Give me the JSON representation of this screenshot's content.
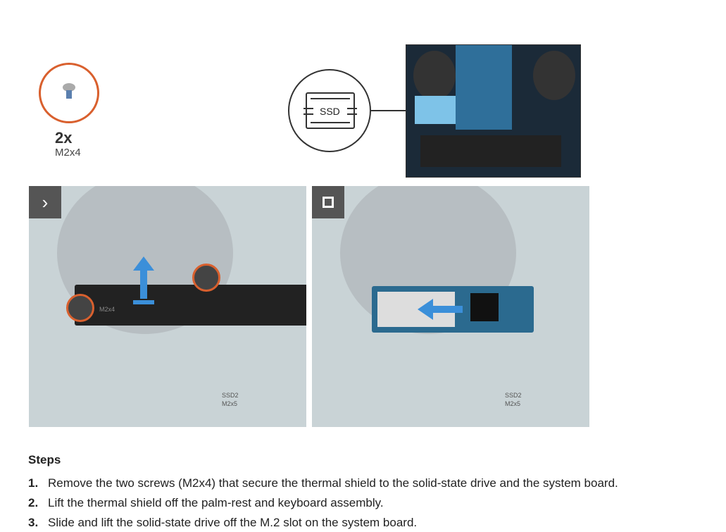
{
  "screw": {
    "quantity": "2x",
    "size": "M2x4"
  },
  "callout": {
    "label": "SSD"
  },
  "panel1": {
    "badge_icon": "chevron-right-icon",
    "labels": [
      "M2x4",
      "SSD2",
      "M2x5"
    ]
  },
  "panel2": {
    "badge_icon": "stop-square-icon",
    "labels": [
      "SSD2",
      "M2x5"
    ]
  },
  "steps": {
    "heading": "Steps",
    "items": [
      {
        "num": "1.",
        "text": "Remove the two screws (M2x4) that secure the thermal shield to the solid-state drive and the system board."
      },
      {
        "num": "2.",
        "text": "Lift the thermal shield off the palm-rest and keyboard assembly."
      },
      {
        "num": "3.",
        "text": "Slide and lift the solid-state drive off the M.2 slot on the system board."
      }
    ]
  },
  "colors": {
    "accent": "#d9602e",
    "arrow": "#3b8fd9"
  }
}
